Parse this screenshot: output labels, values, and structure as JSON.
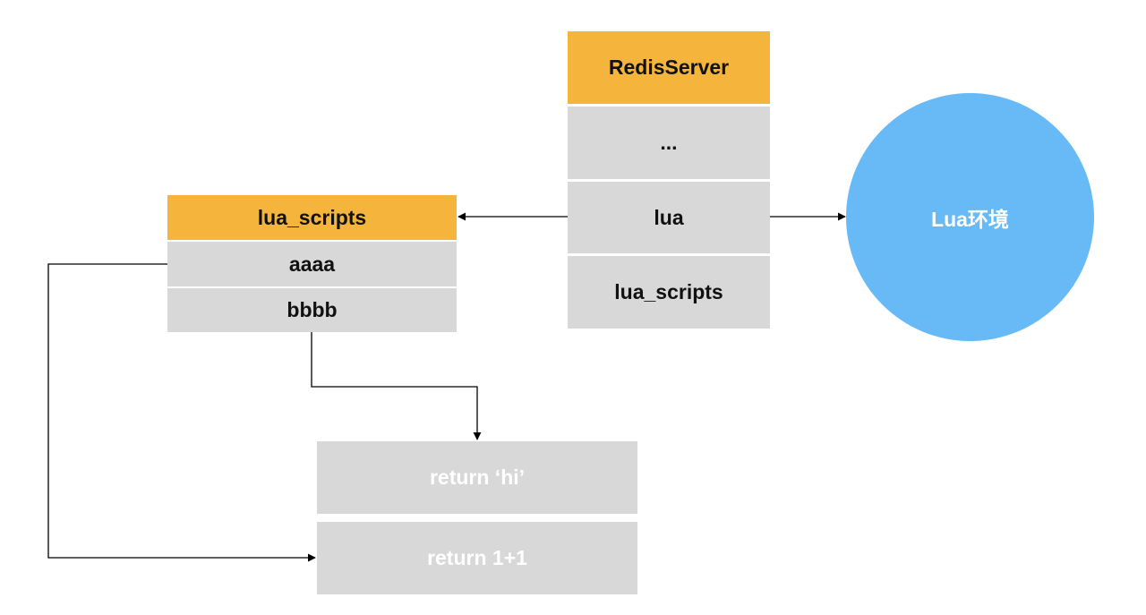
{
  "redis_server": {
    "title": "RedisServer",
    "rows": [
      "...",
      "lua",
      "lua_scripts"
    ]
  },
  "lua_scripts_dict": {
    "title": "lua_scripts",
    "rows": [
      "aaaa",
      "bbbb"
    ]
  },
  "lua_env": {
    "label": "Lua环境"
  },
  "scripts": {
    "rows": [
      "return ‘hi’",
      "return 1+1"
    ]
  },
  "colors": {
    "header": "#f5b43b",
    "cell": "#d8d8d8",
    "lua_env": "#67baf5",
    "connector": "#000000"
  }
}
